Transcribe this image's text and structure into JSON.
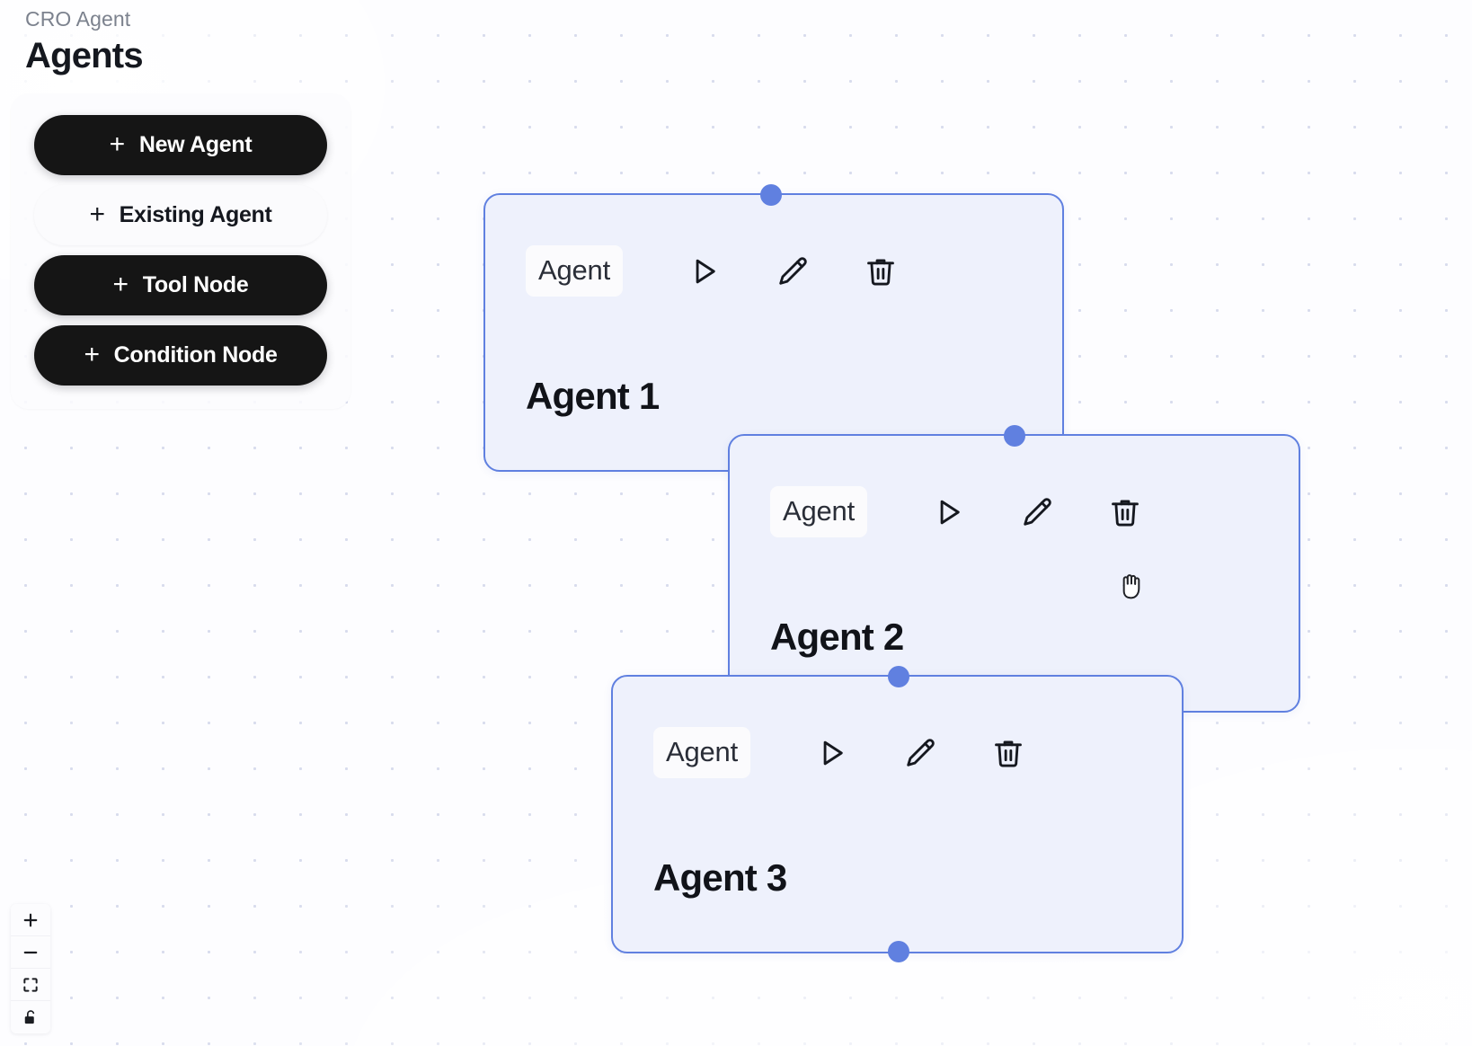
{
  "header": {
    "breadcrumb": "CRO Agent",
    "title": "Agents"
  },
  "toolbar": {
    "buttons": [
      {
        "label": "New Agent",
        "plus": "+",
        "style": "dark",
        "name": "new-agent-button"
      },
      {
        "label": "Existing Agent",
        "plus": "+",
        "style": "light",
        "name": "existing-agent-button"
      },
      {
        "label": "Tool Node",
        "plus": "+",
        "style": "dark",
        "name": "tool-node-button"
      },
      {
        "label": "Condition Node",
        "plus": "+",
        "style": "dark",
        "name": "condition-node-button"
      }
    ]
  },
  "canvas": {
    "cursor": "grab-hand-cursor",
    "node_type_label": "Agent",
    "actions": [
      "run-icon",
      "edit-icon",
      "delete-icon"
    ],
    "nodes": [
      {
        "id": "agent-1",
        "chip": "Agent",
        "title": "Agent 1"
      },
      {
        "id": "agent-2",
        "chip": "Agent",
        "title": "Agent 2"
      },
      {
        "id": "agent-3",
        "chip": "Agent",
        "title": "Agent 3"
      }
    ]
  },
  "zoom_controls": {
    "items": [
      {
        "name": "zoom-in-button",
        "icon": "plus-icon"
      },
      {
        "name": "zoom-out-button",
        "icon": "minus-icon"
      },
      {
        "name": "fit-view-button",
        "icon": "fit-view-icon"
      },
      {
        "name": "lock-toggle-button",
        "icon": "unlock-icon"
      }
    ]
  },
  "colors": {
    "accent_blue": "#6080e0",
    "node_fill": "#eef1fc",
    "button_dark": "#151515",
    "canvas_bg": "#fdfdff",
    "text_primary": "#15181f",
    "text_muted": "#7c828e"
  }
}
